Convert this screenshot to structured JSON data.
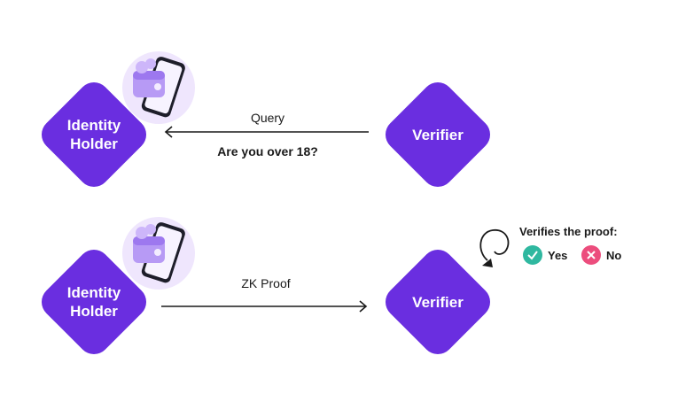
{
  "diagram": {
    "top_row": {
      "holder_label": "Identity\nHolder",
      "verifier_label": "Verifier",
      "arrow_label": "Query",
      "question": "Are you over 18?"
    },
    "bottom_row": {
      "holder_label": "Identity\nHolder",
      "verifier_label": "Verifier",
      "arrow_label": "ZK Proof"
    },
    "verification": {
      "title": "Verifies the proof:",
      "yes_label": "Yes",
      "no_label": "No"
    },
    "colors": {
      "diamond": "#6a2ee0",
      "badge": "#efe6fd",
      "yes": "#2fb8a0",
      "no": "#ec4d7d"
    },
    "icons": [
      "phone-wallet-icon",
      "check-icon",
      "cross-icon",
      "loop-arrow-icon"
    ]
  }
}
